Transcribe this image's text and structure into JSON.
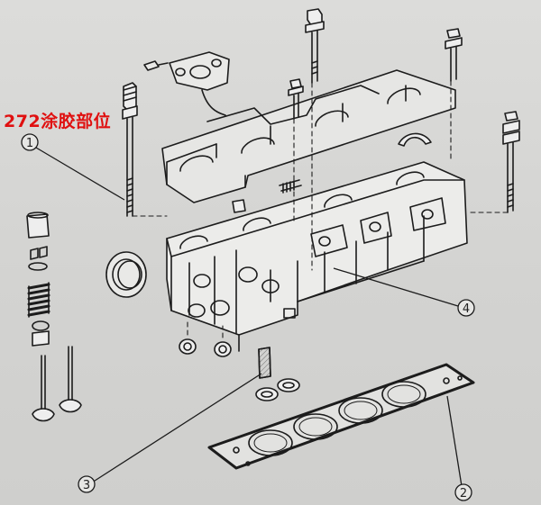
{
  "caption": "272涂胶部位",
  "callouts": [
    {
      "id": "1",
      "label": "1"
    },
    {
      "id": "2",
      "label": "2"
    },
    {
      "id": "3",
      "label": "3"
    },
    {
      "id": "4",
      "label": "4"
    }
  ],
  "colors": {
    "ink": "#1c1c1c",
    "paper": "#d6d6d4",
    "caption": "#e01010"
  }
}
